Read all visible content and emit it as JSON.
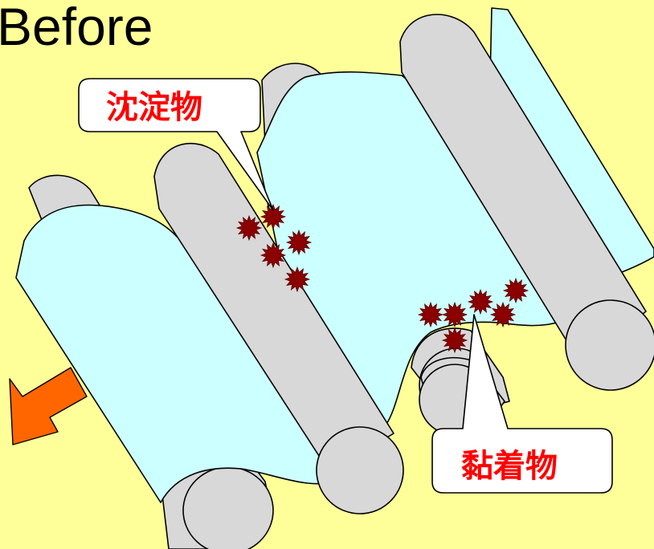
{
  "title": "Before",
  "labels": {
    "sediment": "沈淀物",
    "adhesive": "黏着物"
  },
  "colors": {
    "background": "#FFFF99",
    "sheet": "#CCFFFF",
    "roller": "#D8D8D8",
    "particles": "#8B0000",
    "callout_text": "#FF0000",
    "arrow": "#FF6600"
  }
}
